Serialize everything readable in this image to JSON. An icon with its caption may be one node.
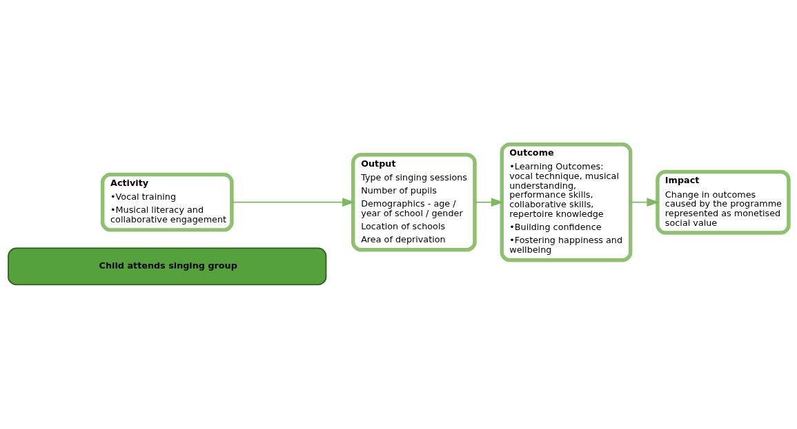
{
  "diagram": {
    "nodes": [
      {
        "text": [
          "Child attends singing group"
        ]
      },
      {
        "text": [
          "Activity",
          "•Vocal training",
          "•Musical literacy and collaborative engagement"
        ]
      },
      {
        "text": [
          "Output",
          "Type of singing sessions",
          "Number of pupils",
          "Demographics - age / year of school / gender",
          "Location of schools",
          "Area of deprivation"
        ]
      },
      {
        "text": [
          "Outcome",
          "•Learning Outcomes: vocal technique, musical understanding, performance skills, collaborative skills, repertoire knowledge",
          "•Building confidence",
          "•Fostering happiness and wellbeing"
        ]
      },
      {
        "text": [
          "Impact",
          "Change in outcomes caused by the programme represented as monetised social value"
        ]
      }
    ],
    "edges": [
      {
        "from": 1,
        "to": 2,
        "arrow": "to"
      },
      {
        "from": 2,
        "to": 3,
        "arrow": "to"
      },
      {
        "from": 3,
        "to": 4,
        "arrow": "to"
      }
    ]
  }
}
